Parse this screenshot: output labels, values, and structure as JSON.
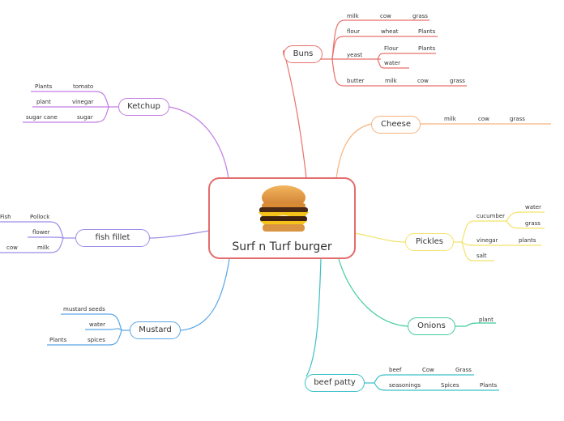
{
  "root": {
    "title": "Surf n Turf burger",
    "image": "burger-icon"
  },
  "colors": {
    "buns": "#e8716b",
    "cheese": "#f7b27c",
    "pickles": "#f3e36a",
    "onions": "#3fcc9b",
    "patty": "#3cc0c6",
    "mustard": "#5aa6e6",
    "fish": "#9a8ee8",
    "ketchup": "#c27ce4"
  },
  "branches": {
    "buns": {
      "label": "Buns",
      "items": [
        [
          "milk",
          "cow",
          "grass"
        ],
        [
          "flour",
          "wheat",
          "Plants"
        ],
        [
          "yeast",
          "Flour",
          "Plants",
          "water"
        ],
        [
          "butter",
          "milk",
          "cow",
          "grass"
        ]
      ]
    },
    "cheese": {
      "label": "Cheese",
      "items": [
        "milk",
        "cow",
        "grass"
      ]
    },
    "pickles": {
      "label": "Pickles",
      "items": [
        "cucumber",
        "water",
        "grass",
        "vinegar",
        "plants",
        "salt"
      ]
    },
    "onions": {
      "label": "Onions",
      "items": [
        "plant"
      ]
    },
    "patty": {
      "label": "beef patty",
      "items": [
        [
          "beef",
          "Cow",
          "Grass"
        ],
        [
          "seasonings",
          "Spices",
          "Plants"
        ]
      ]
    },
    "mustard": {
      "label": "Mustard",
      "items": [
        "mustard seeds",
        "water",
        "spices",
        "Plants"
      ]
    },
    "fish": {
      "label": "fish fillet",
      "items": [
        "Pollock",
        "Fish",
        "flower",
        "milk",
        "cow"
      ]
    },
    "ketchup": {
      "label": "Ketchup",
      "items": [
        "tomato",
        "Plants",
        "vinegar",
        "plant",
        "sugar",
        "sugar cane"
      ]
    }
  }
}
